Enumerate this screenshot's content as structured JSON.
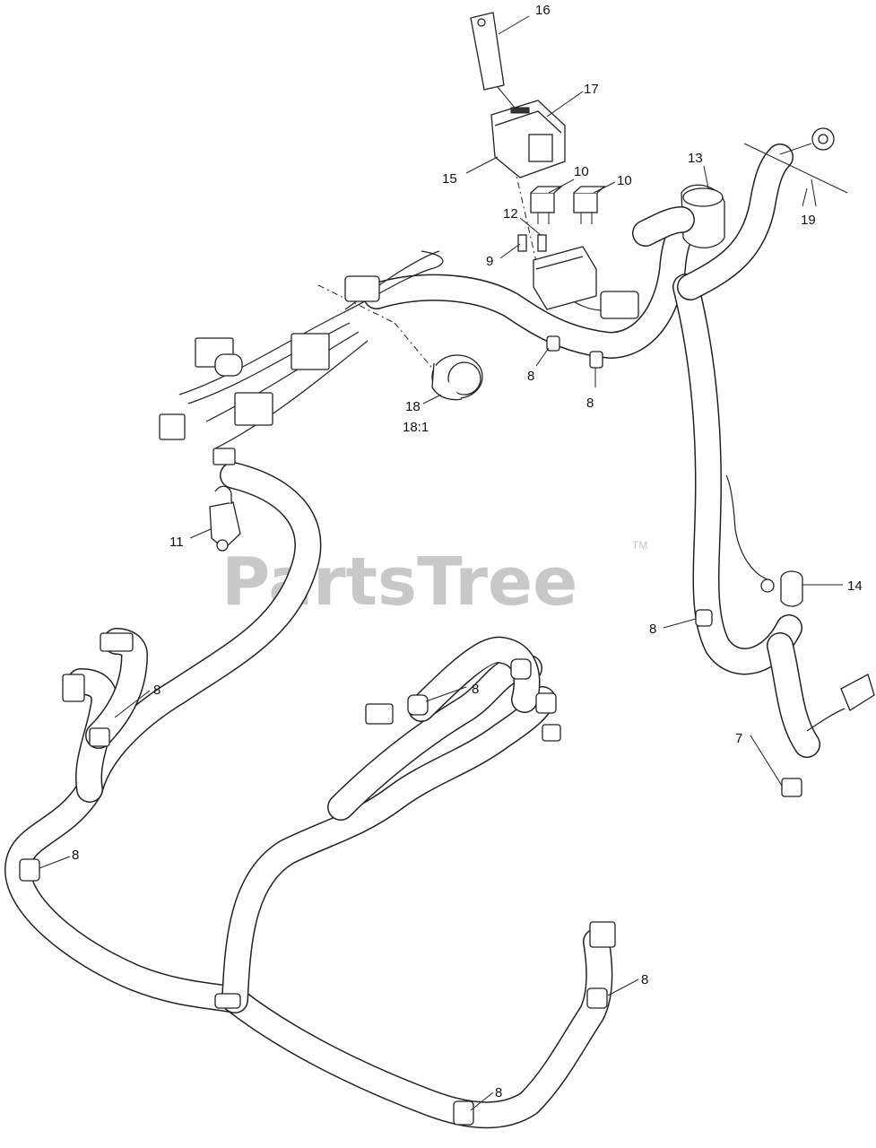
{
  "watermark": {
    "text": "PartsTree",
    "tm": "TM"
  },
  "callouts": [
    {
      "id": "c16",
      "label": "16"
    },
    {
      "id": "c17",
      "label": "17"
    },
    {
      "id": "c15",
      "label": "15"
    },
    {
      "id": "c13",
      "label": "13"
    },
    {
      "id": "c10a",
      "label": "10"
    },
    {
      "id": "c10b",
      "label": "10"
    },
    {
      "id": "c12",
      "label": "12"
    },
    {
      "id": "c9",
      "label": "9"
    },
    {
      "id": "c19",
      "label": "19"
    },
    {
      "id": "c8a",
      "label": "8"
    },
    {
      "id": "c8b",
      "label": "8"
    },
    {
      "id": "c18",
      "label": "18"
    },
    {
      "id": "c181",
      "label": "18:1"
    },
    {
      "id": "c11",
      "label": "11"
    },
    {
      "id": "c14",
      "label": "14"
    },
    {
      "id": "c8c",
      "label": "8"
    },
    {
      "id": "c8d",
      "label": "8"
    },
    {
      "id": "c8e",
      "label": "8"
    },
    {
      "id": "c7",
      "label": "7"
    },
    {
      "id": "c8f",
      "label": "8"
    },
    {
      "id": "c8g",
      "label": "8"
    },
    {
      "id": "c8h",
      "label": "8"
    }
  ]
}
